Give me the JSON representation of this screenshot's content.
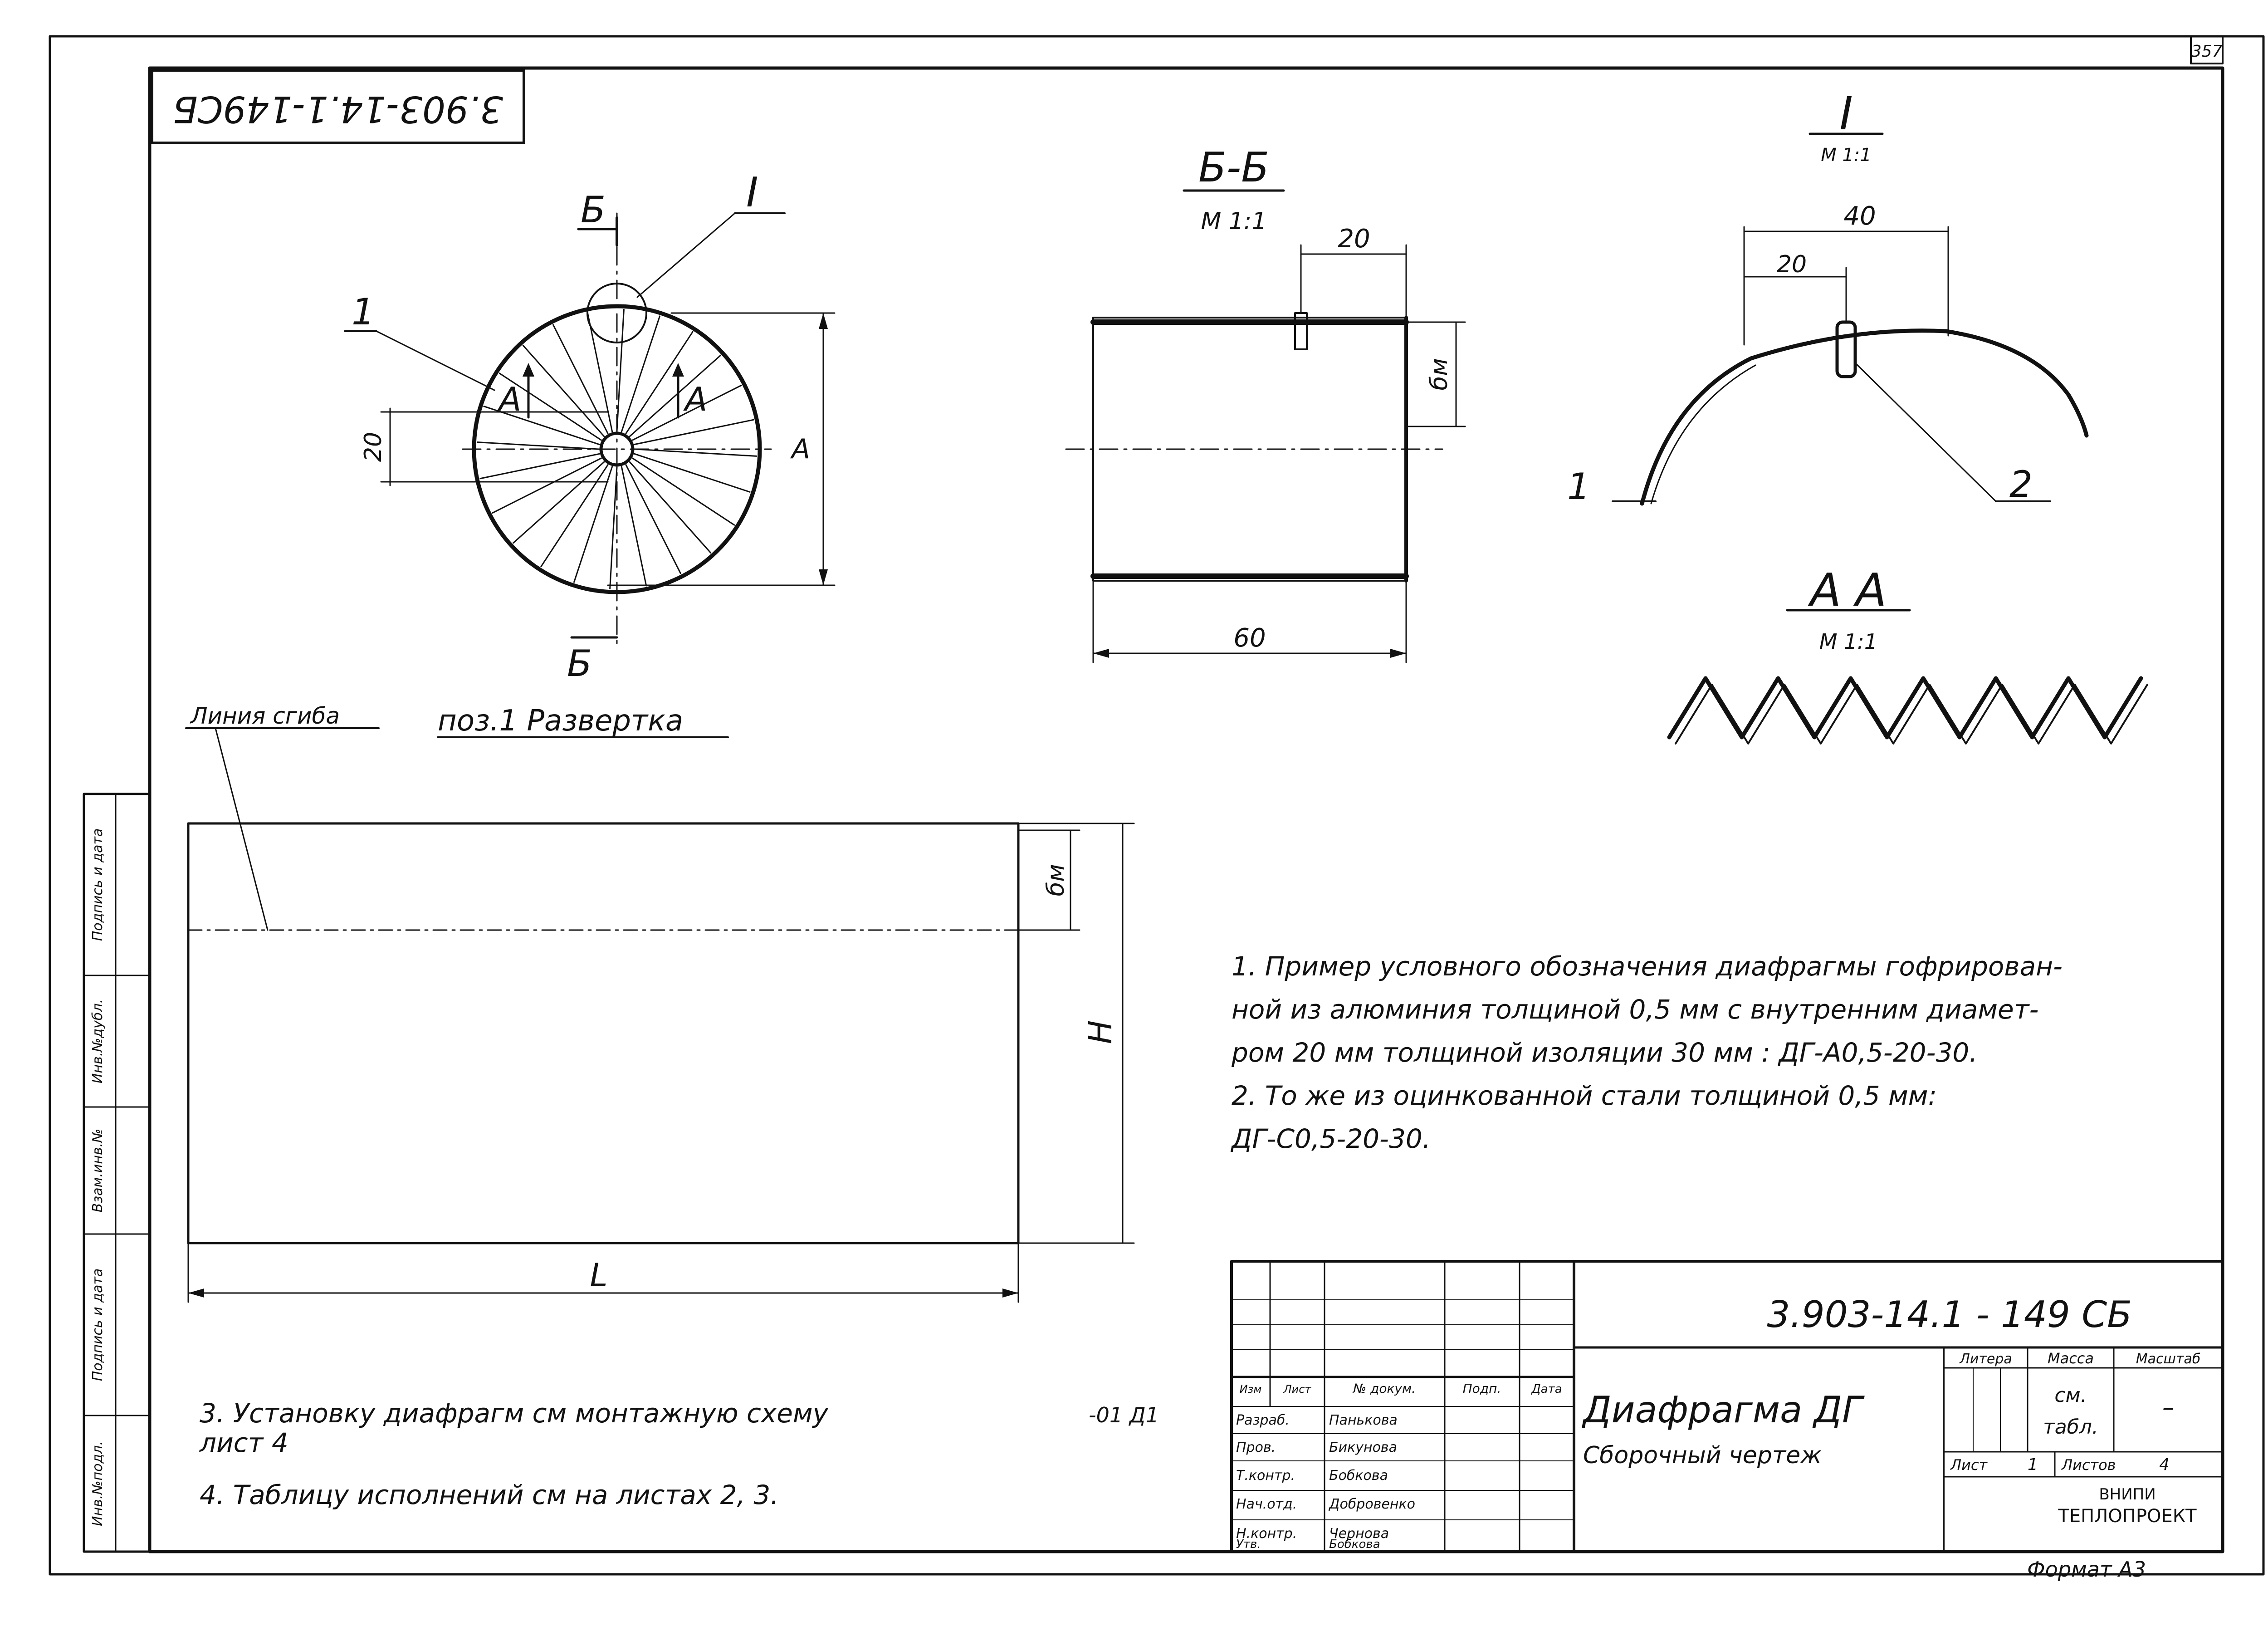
{
  "sheet_number": "357",
  "stamp_code_rotated": "3.903-14.1-149СБ",
  "side_table": {
    "labels": [
      "Инв.№подл.",
      "Подпись и дата",
      "Взам.инв.№",
      "Инв.№дубл.",
      "Подпись и дата"
    ]
  },
  "views": {
    "front": {
      "section_mark": "Б",
      "detail_mark": "I",
      "callout_1": "1",
      "arrow_a_left": "А",
      "arrow_a_right": "А",
      "dim_inner": "20",
      "dim_outer": "А"
    },
    "section_bb": {
      "title": "Б-Б",
      "scale": "М 1:1",
      "dim_top": "20",
      "dim_depth": "бм",
      "dim_width": "60"
    },
    "detail_i": {
      "title": "I",
      "scale": "М 1:1",
      "dim_total": "40",
      "dim_half": "20",
      "callout_1": "1",
      "callout_2": "2"
    },
    "section_aa": {
      "title": "А А",
      "scale": "М 1:1"
    },
    "development": {
      "title": "поз.1 Развертка",
      "fold_line_label": "Линия сгиба",
      "dim_fold": "бм",
      "dim_height": "H",
      "dim_length": "L"
    }
  },
  "notes": [
    "1. Пример условного обозначения диафрагмы гофрирован-",
    "ной из алюминия толщиной 0,5 мм с внутренним диамет-",
    "ром 20 мм толщиной изоляции 30 мм : ДГ-А0,5-20-30.",
    "2. То же из оцинкованной стали толщиной 0,5 мм:",
    "ДГ-С0,5-20-30."
  ],
  "notes_bottom": [
    "3. Установку диафрагм см монтажную схему",
    "лист 4",
    "4. Таблицу исполнений см на листах 2, 3."
  ],
  "notes_ref": "-01 Д1",
  "title_block": {
    "code": "3.903-14.1 - 149 СБ",
    "name": "Диафрагма ДГ",
    "doc_type": "Сборочный чертеж",
    "header": [
      "Изм",
      "Лист",
      "№ докум.",
      "Подп.",
      "Дата"
    ],
    "rows": [
      {
        "role": "Разраб.",
        "name": "Панькова"
      },
      {
        "role": "Пров.",
        "name": "Бикунова"
      },
      {
        "role": "Т.контр.",
        "name": "Бобкова"
      },
      {
        "role": "Нач.отд.",
        "name": "Добровенко"
      },
      {
        "role": "Н.контр.",
        "name": "Чернова"
      },
      {
        "role": "Утв.",
        "name": "Бобкова"
      }
    ],
    "col_litera": "Литера",
    "col_mass": "Масса",
    "col_scale": "Масштаб",
    "mass_value_1": "см.",
    "mass_value_2": "табл.",
    "scale_value": "–",
    "sheet_label": "Лист",
    "sheet_value": "1",
    "sheets_label": "Листов",
    "sheets_value": "4",
    "org_1": "ВНИПИ",
    "org_2": "ТЕПЛОПРОЕКТ"
  },
  "format": "Формат А3"
}
